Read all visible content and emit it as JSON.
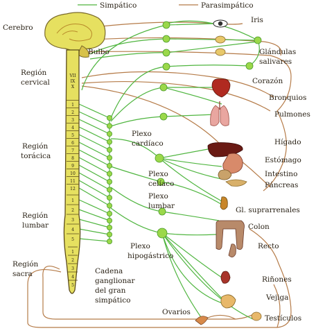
{
  "legend": {
    "sympathetic": "Simpático",
    "parasympathetic": "Parasimpático"
  },
  "colors": {
    "sympathetic": "#4fb53f",
    "parasympathetic": "#b57b48",
    "cord": "#e6e060",
    "ganglion": "#9bd84a"
  },
  "regions": {
    "brain": "Cerebro",
    "bulb": "Bulbo",
    "cervical": [
      "Región",
      "cervical"
    ],
    "thoracic": [
      "Región",
      "torácica"
    ],
    "lumbar": [
      "Región",
      "lumbar"
    ],
    "sacral": [
      "Región",
      "sacra"
    ]
  },
  "vertebrae": {
    "cervical": [
      "VII",
      "IX",
      "X"
    ],
    "thoracic": [
      "1",
      "2",
      "3",
      "4",
      "5",
      "6",
      "7",
      "8",
      "9",
      "10",
      "11",
      "12"
    ],
    "lumbar": [
      "1",
      "2",
      "3",
      "4",
      "5"
    ],
    "sacral": [
      "1",
      "2",
      "3",
      "4",
      "5"
    ]
  },
  "plexuses": {
    "cardiac": [
      "Plexo",
      "cardíaco"
    ],
    "celiac": [
      "Plexo",
      "celíaco"
    ],
    "lumbar": [
      "Plexo",
      "lumbar"
    ],
    "hypogastric": [
      "Plexo",
      "hipogástrico"
    ]
  },
  "chain": [
    "Cadena",
    "ganglionar",
    "del gran",
    "simpático"
  ],
  "organs": {
    "iris": "Iris",
    "salivary": [
      "Glándulas",
      "salivares"
    ],
    "heart": "Corazón",
    "bronchi": "Bronquios",
    "lungs": "Pulmones",
    "liver": "Hígado",
    "stomach": "Estómago",
    "intestine": "Intestino",
    "pancreas": "Páncreas",
    "adrenal": "Gl. suprarrenales",
    "colon": "Colon",
    "rectum": "Recto",
    "kidneys": "Riñones",
    "bladder": "Vejiga",
    "ovaries": "Ovarios",
    "testicles": "Testículos"
  }
}
